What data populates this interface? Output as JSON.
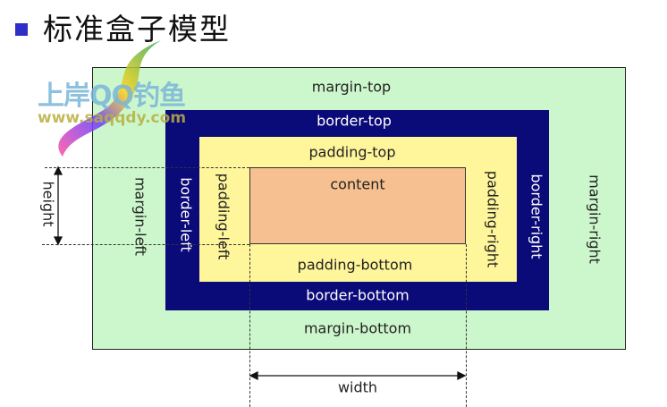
{
  "title": "标准盒子模型",
  "labels": {
    "margin_top": "margin-top",
    "margin_bottom": "margin-bottom",
    "margin_left": "margin-left",
    "margin_right": "margin-right",
    "border_top": "border-top",
    "border_bottom": "border-bottom",
    "border_left": "border-left",
    "border_right": "border-right",
    "padding_top": "padding-top",
    "padding_bottom": "padding-bottom",
    "padding_left": "padding-left",
    "padding_right": "padding-right",
    "content": "content",
    "width": "width",
    "height": "height"
  },
  "watermark": {
    "line1": "上岸QQ钓鱼",
    "line2": "www.saqqdy.com"
  },
  "colors": {
    "margin": "#ccf7cc",
    "border": "#0a0a78",
    "padding": "#fff59a",
    "content": "#f6c090",
    "bullet": "#2f2fc8"
  }
}
